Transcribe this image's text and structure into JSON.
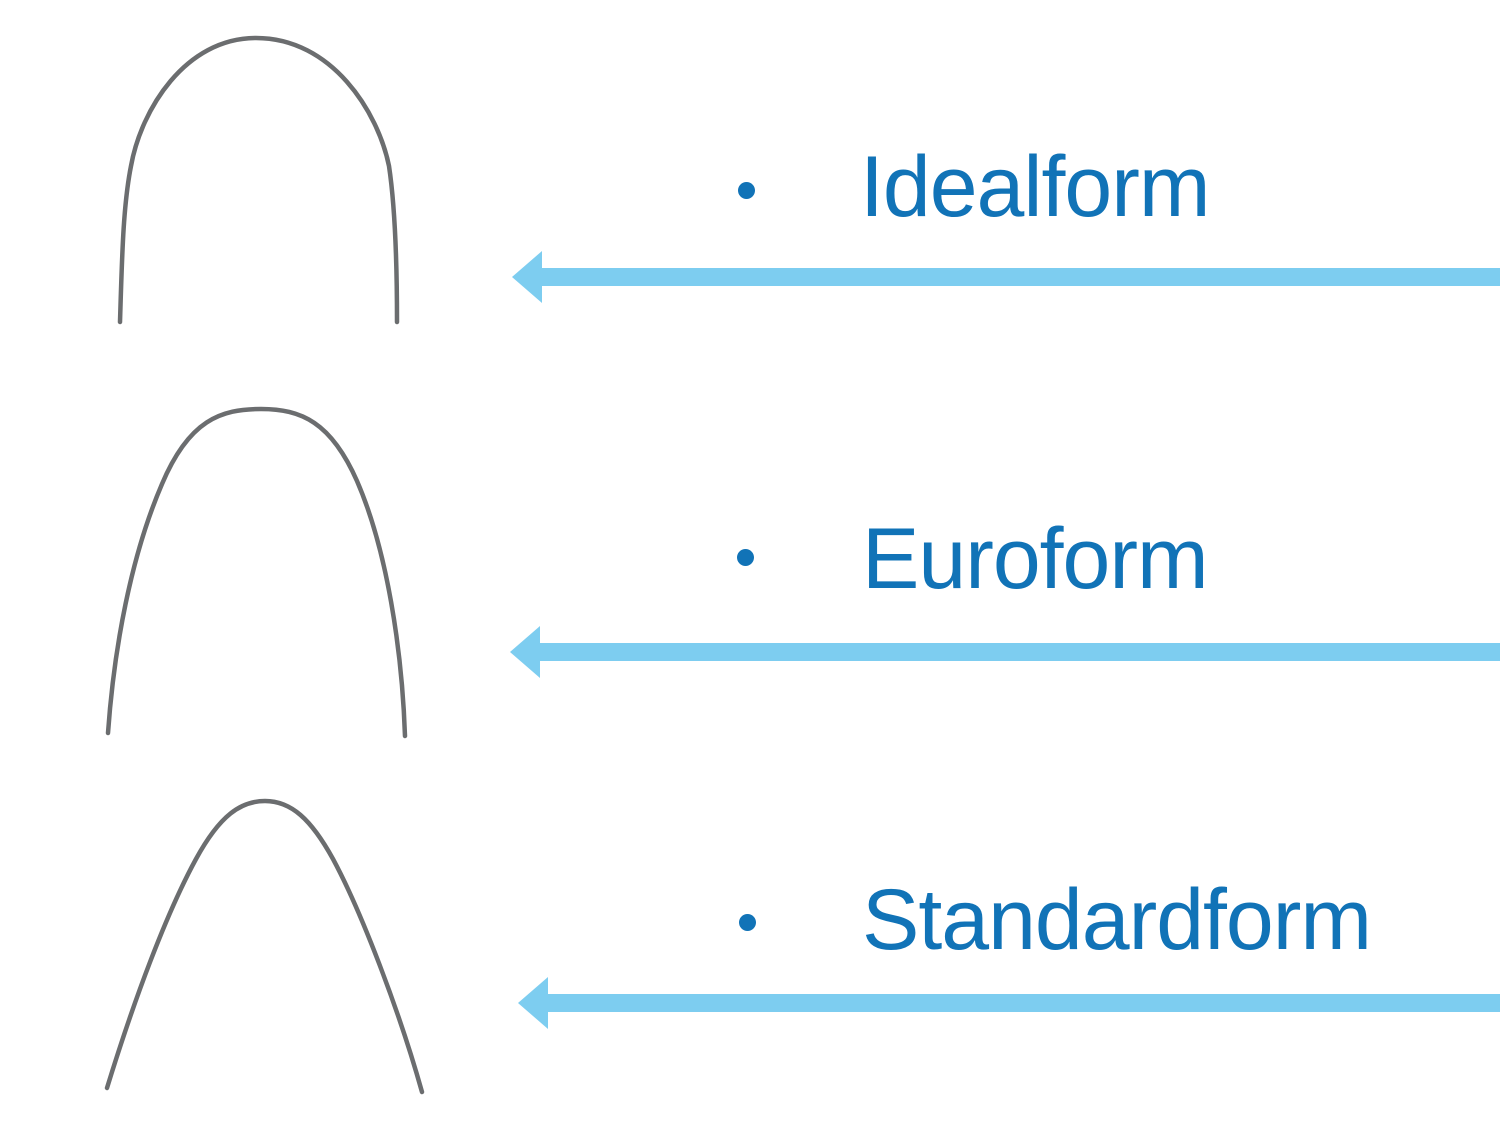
{
  "theme": {
    "background": "#ffffff",
    "label-blue": "#1173b7",
    "arrow-blue": "#7dcdf0",
    "wire-gray": "#6b6d6f"
  },
  "items": [
    {
      "label": "Idealform",
      "bullet_icon": "bullet-dot-icon",
      "shape_icon": "idealform-archwire-curve",
      "arrow_icon": "left-arrow-icon"
    },
    {
      "label": "Euroform",
      "bullet_icon": "bullet-dot-icon",
      "shape_icon": "euroform-archwire-curve",
      "arrow_icon": "left-arrow-icon"
    },
    {
      "label": "Standardform",
      "bullet_icon": "bullet-dot-icon",
      "shape_icon": "standardform-archwire-curve",
      "arrow_icon": "left-arrow-icon"
    }
  ]
}
